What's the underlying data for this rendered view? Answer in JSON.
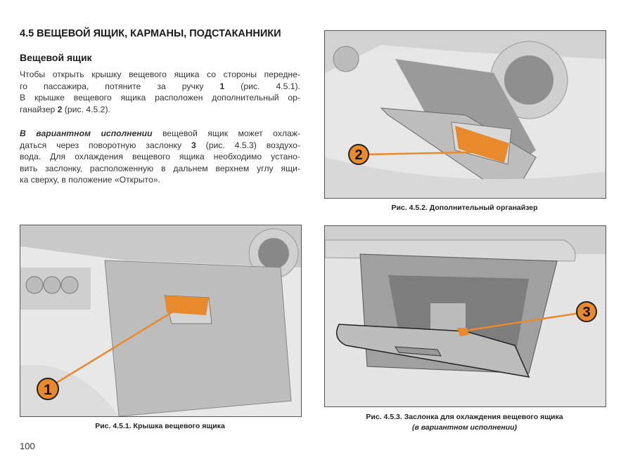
{
  "section_title": "4.5 ВЕЩЕВОЙ ЯЩИК, КАРМАНЫ, ПОДСТАКАННИКИ",
  "subsection_title": "Вещевой ящик",
  "paragraph1": [
    {
      "pre": "Чтобы открыть крышку вещевого ящика со стороны передне-",
      "bold": "",
      "post": ""
    },
    {
      "pre": "го пассажира, потяните за ручку ",
      "bold": "1",
      "post": " (рис. 4.5.1)."
    },
    {
      "pre": "В крышке вещевого ящика расположен дополнительный ор-",
      "bold": "",
      "post": ""
    },
    {
      "pre": "ганайзер ",
      "bold": "2",
      "post": " (рис. 4.5.2)."
    }
  ],
  "paragraph2": {
    "lead": "В вариантном исполнении",
    "line1_rest": " вещевой ящик может охлаж-",
    "line2_pre": "даться через поворотную заслонку ",
    "line2_bold": "3",
    "line2_post": " (рис. 4.5.3) воздухо-",
    "line3": "вода. Для охлаждения вещевого ящика необходимо устано-",
    "line4": "вить заслонку, расположенную в дальнем верхнем углу ящи-",
    "line5": "ка сверху, в положение «Открыто»."
  },
  "figures": {
    "fig1": {
      "callout": "1",
      "caption": "Рис. 4.5.1. Крышка вещевого ящика"
    },
    "fig2": {
      "callout": "2",
      "caption": "Рис. 4.5.2. Дополнительный органайзер"
    },
    "fig3": {
      "callout": "3",
      "caption": "Рис. 4.5.3. Заслонка для охлаждения вещевого ящика",
      "caption_note": "(в вариантном исполнении)"
    }
  },
  "accent_color": "#e8892b",
  "page_number": "100"
}
